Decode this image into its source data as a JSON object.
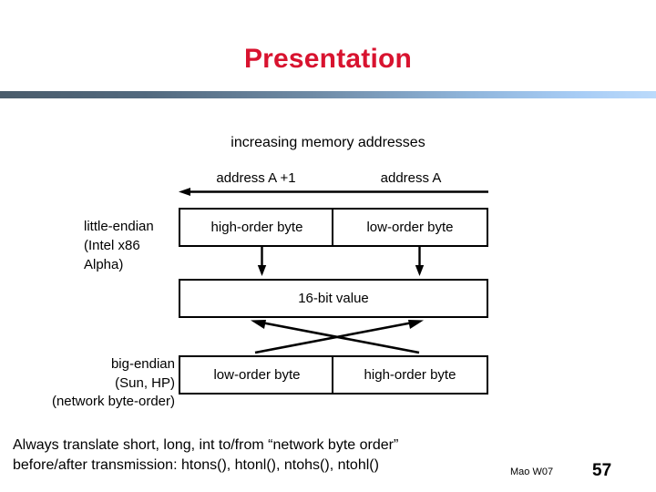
{
  "slide": {
    "title": "Presentation",
    "title_color": "#D8132F",
    "rule_gradient_from": "#4A5C6B",
    "rule_gradient_to": "#BBDAFB"
  },
  "diagram": {
    "axis_caption": "increasing memory addresses",
    "address_left": "address A +1",
    "address_right": "address A",
    "little_endian": {
      "label_line1": "little-endian",
      "label_line2": "(Intel x86",
      "label_line3": "Alpha)",
      "cells": [
        "high-order byte",
        "low-order byte"
      ]
    },
    "value_box": "16-bit value",
    "big_endian": {
      "label_line1": "big-endian",
      "label_line2": "(Sun, HP)",
      "label_line3": "(network byte-order)",
      "cells": [
        "low-order byte",
        "high-order byte"
      ]
    }
  },
  "body": {
    "line1": "Always translate short, long, int to/from “network byte order”",
    "line2": "before/after transmission: htons(), htonl(), ntohs(), ntohl()"
  },
  "footer": {
    "author": "Mao W07",
    "page": "57"
  }
}
